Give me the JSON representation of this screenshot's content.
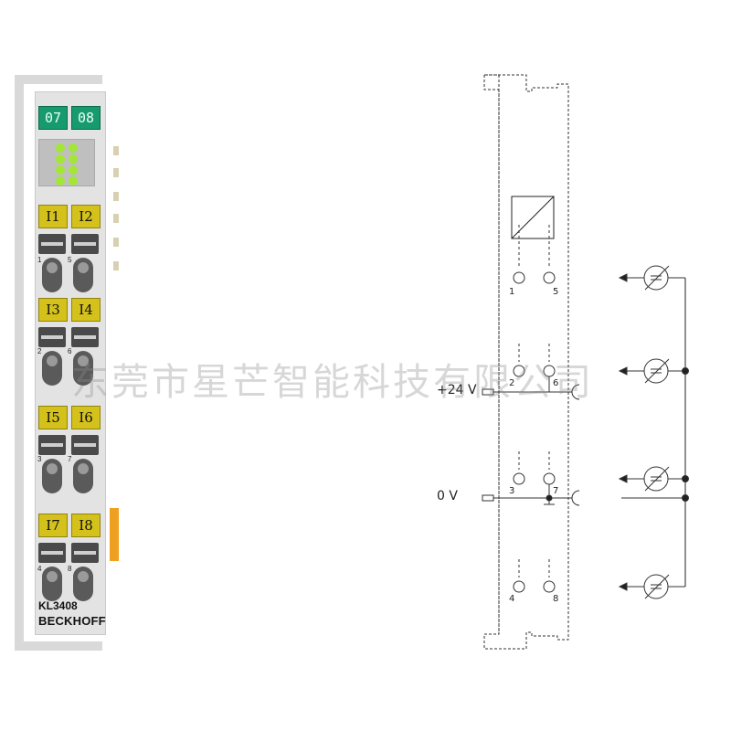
{
  "module": {
    "top_tags": [
      "07",
      "08"
    ],
    "input_tags": [
      [
        "I1",
        "I2"
      ],
      [
        "I3",
        "I4"
      ],
      [
        "I5",
        "I6"
      ],
      [
        "I7",
        "I8"
      ]
    ],
    "pin_numbers": [
      [
        "1",
        "5"
      ],
      [
        "2",
        "6"
      ],
      [
        "3",
        "7"
      ],
      [
        "4",
        "8"
      ]
    ],
    "model": "KL3408",
    "brand": "BECKHOFF",
    "colors": {
      "housing": "#e3e3e3",
      "tag_green": "#169a6e",
      "tag_yellow": "#d4c11b",
      "led": "#a3e635",
      "strip": "#f0a020"
    }
  },
  "watermark": "东莞市星芒智能科技有限公司",
  "schematic": {
    "supply_labels": [
      "+24 V",
      "0 V"
    ],
    "pin_numbers": [
      "1",
      "5",
      "2",
      "6",
      "3",
      "7",
      "4",
      "8"
    ],
    "converter_icon": "ad-converter-icon",
    "sensor_icon": "adjustable-sensor-icon"
  }
}
